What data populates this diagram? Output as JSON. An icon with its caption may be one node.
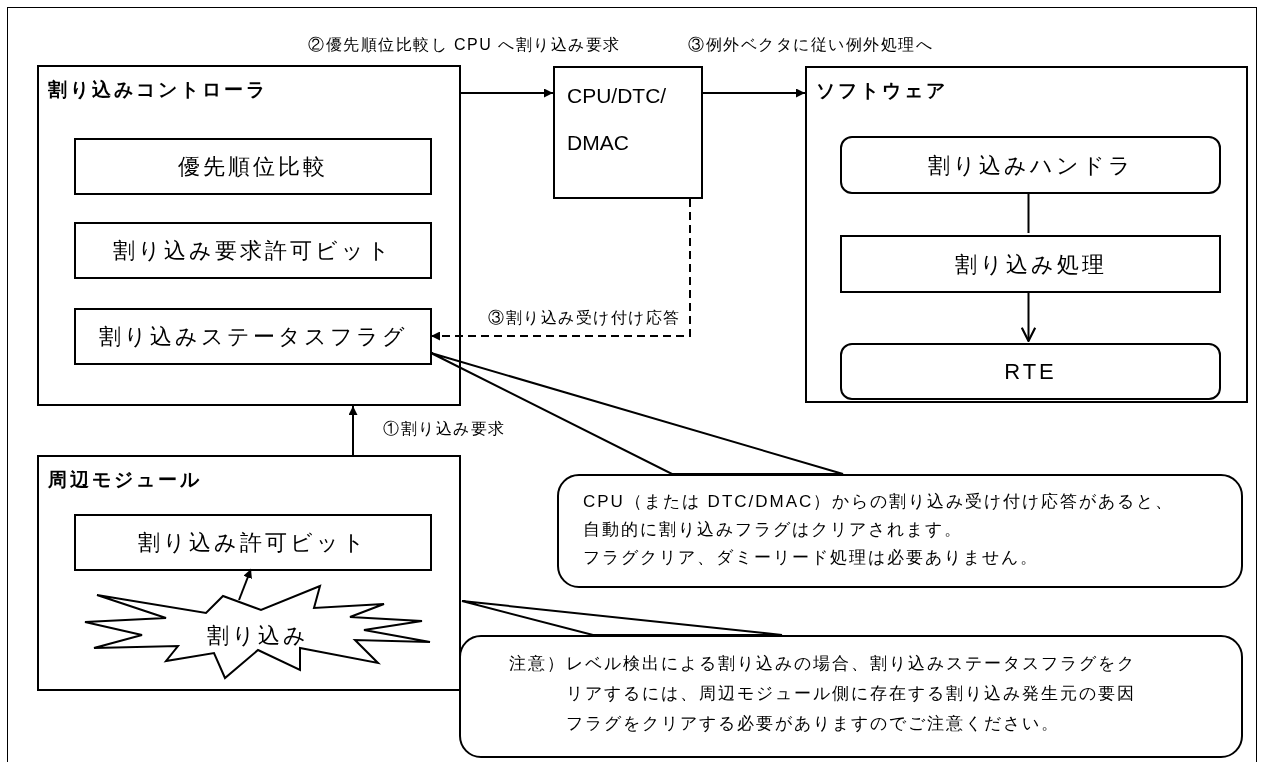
{
  "diagram": {
    "nodes": [
      {
        "text": [
          "割り込みコントローラ"
        ]
      },
      {
        "text": [
          "優先順位比較"
        ],
        "in": 0
      },
      {
        "text": [
          "割り込み要求許可ビット"
        ],
        "in": 0
      },
      {
        "text": [
          "割り込みステータスフラグ"
        ],
        "in": 0
      },
      {
        "text": [
          "CPU/DTC/ DMAC"
        ]
      },
      {
        "text": [
          "ソフトウェア"
        ]
      },
      {
        "text": [
          "割り込みハンドラ"
        ],
        "in": 5
      },
      {
        "text": [
          "割り込み処理"
        ],
        "in": 5
      },
      {
        "text": [
          "RTE"
        ],
        "in": 5
      },
      {
        "text": [
          "周辺モジュール"
        ]
      },
      {
        "text": [
          "割り込み許可ビット"
        ],
        "in": 9
      },
      {
        "text": [
          "割り込み"
        ],
        "in": 9
      },
      {
        "text": [
          "CPU（または DTC/DMAC）からの割り込み受け付け応答があると、自動的に割り込みフラグはクリアされます。",
          "フラグクリア、ダミーリード処理は必要ありません。"
        ]
      },
      {
        "text": [
          "注意）",
          "レベル検出による割り込みの場合、割り込みステータスフラグをクリアするには、周辺モジュール側に存在する割り込み発生元の要因フラグをクリアする必要がありますのでご注意ください。"
        ]
      }
    ],
    "edges": [
      {
        "from": 0,
        "to": 4,
        "arrow": "to",
        "label": "②優先順位比較し CPU へ割り込み要求"
      },
      {
        "from": 4,
        "to": 5,
        "arrow": "to",
        "label": "③例外ベクタに従い例外処理へ"
      },
      {
        "from": 4,
        "to": 3,
        "arrow": "to",
        "label": "③割り込み受け付け応答",
        "style": "dashed"
      },
      {
        "from": 9,
        "to": 0,
        "arrow": "to",
        "label": "①割り込み要求"
      },
      {
        "from": 6,
        "to": 7,
        "arrow": "none"
      },
      {
        "from": 7,
        "to": 8,
        "arrow": "to"
      },
      {
        "from": 11,
        "to": 10,
        "arrow": "to"
      },
      {
        "from": 12,
        "to": 3,
        "arrow": "none"
      },
      {
        "from": 13,
        "to": 9,
        "arrow": "none"
      }
    ]
  }
}
